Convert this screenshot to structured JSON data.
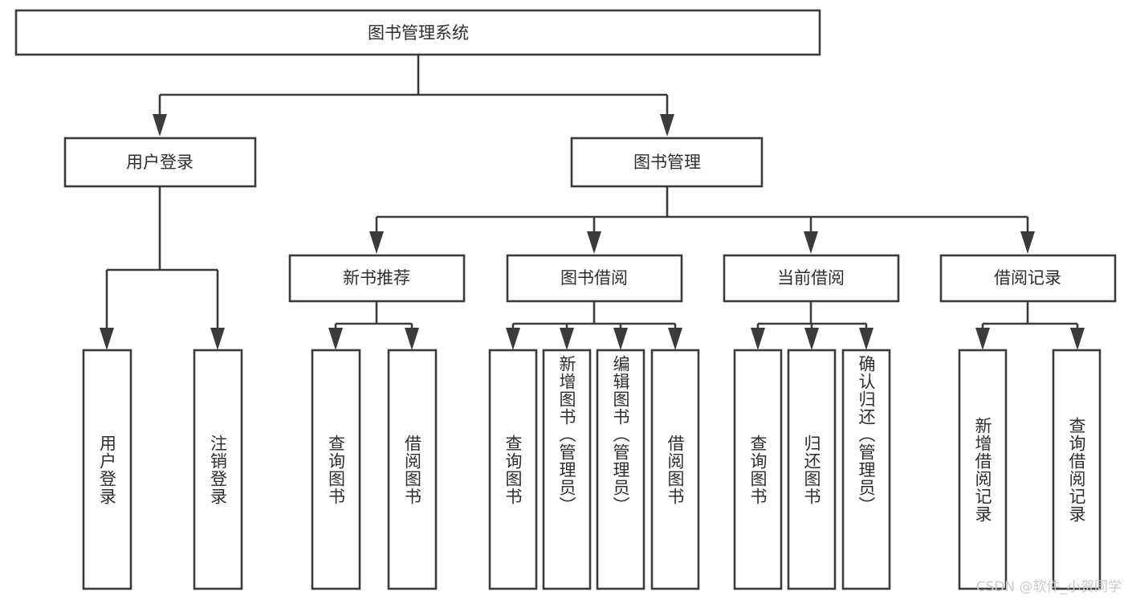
{
  "diagram": {
    "type": "tree-hierarchy",
    "title": "图书管理系统",
    "orientation": "top-down",
    "watermark": "CSDN @软件_小贺同学",
    "colors": {
      "stroke": "#3b3b3b",
      "box_fill": "#ffffff",
      "text": "#2e2e2e",
      "background": "#ffffff",
      "watermark": "#c9c9c9"
    },
    "levels": [
      {
        "level": 1,
        "nodes": [
          {
            "id": "root",
            "label": "图书管理系统"
          }
        ]
      },
      {
        "level": 2,
        "nodes": [
          {
            "id": "login",
            "label": "用户登录",
            "parent": "root"
          },
          {
            "id": "bookmgmt",
            "label": "图书管理",
            "parent": "root"
          }
        ]
      },
      {
        "level": 3,
        "nodes": [
          {
            "id": "newbook",
            "label": "新书推荐",
            "parent": "bookmgmt"
          },
          {
            "id": "borrow",
            "label": "图书借阅",
            "parent": "bookmgmt"
          },
          {
            "id": "current",
            "label": "当前借阅",
            "parent": "bookmgmt"
          },
          {
            "id": "record",
            "label": "借阅记录",
            "parent": "bookmgmt"
          }
        ]
      },
      {
        "level": 4,
        "nodes": [
          {
            "id": "leaf1",
            "label": "用户登录",
            "parent": "login"
          },
          {
            "id": "leaf2",
            "label": "注销登录",
            "parent": "login"
          },
          {
            "id": "leaf3",
            "label": "查询图书",
            "parent": "newbook"
          },
          {
            "id": "leaf4",
            "label": "借阅图书",
            "parent": "newbook"
          },
          {
            "id": "leaf5",
            "label": "查询图书",
            "parent": "borrow"
          },
          {
            "id": "leaf6",
            "label": "新增图书（管理员）",
            "parent": "borrow"
          },
          {
            "id": "leaf7",
            "label": "编辑图书（管理员）",
            "parent": "borrow"
          },
          {
            "id": "leaf8",
            "label": "借阅图书",
            "parent": "borrow"
          },
          {
            "id": "leaf9",
            "label": "查询图书",
            "parent": "current"
          },
          {
            "id": "leaf10",
            "label": "归还图书",
            "parent": "current"
          },
          {
            "id": "leaf11",
            "label": "确认归还（管理员）",
            "parent": "current"
          },
          {
            "id": "leaf12",
            "label": "新增借阅记录",
            "parent": "record"
          },
          {
            "id": "leaf13",
            "label": "查询借阅记录",
            "parent": "record"
          }
        ]
      }
    ]
  }
}
